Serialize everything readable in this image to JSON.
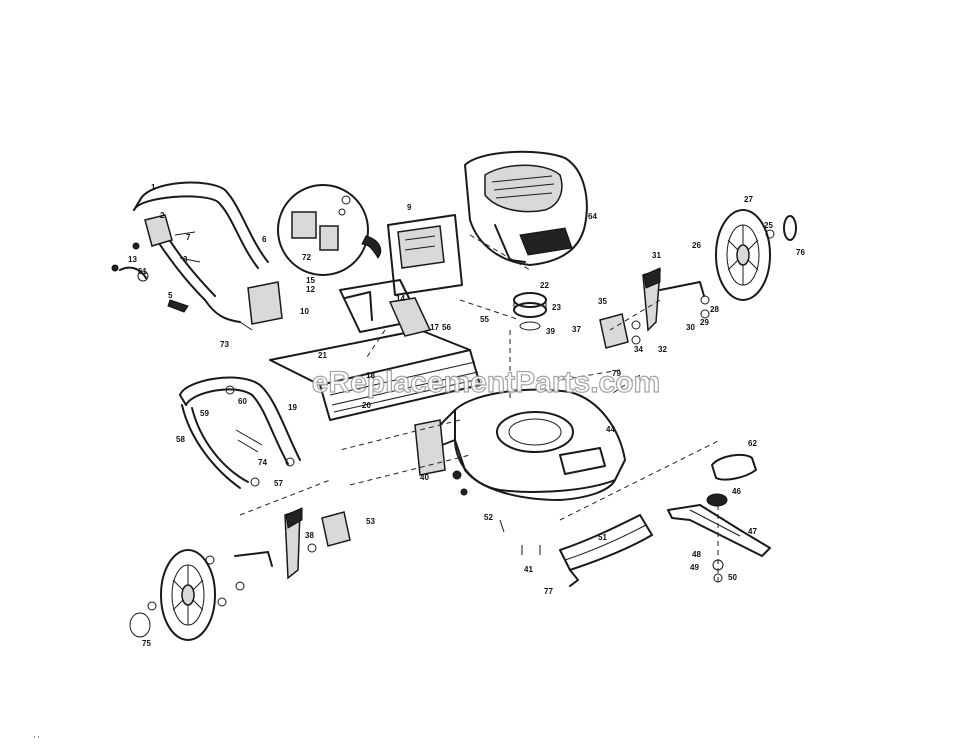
{
  "watermark": "eReplacementParts.com",
  "corner_mark": "' '",
  "labels": [
    "1",
    "2",
    "3",
    "5",
    "6",
    "7",
    "9",
    "10",
    "12",
    "13",
    "14",
    "15",
    "17",
    "18",
    "19",
    "20",
    "21",
    "22",
    "23",
    "25",
    "26",
    "27",
    "28",
    "29",
    "30",
    "31",
    "32",
    "34",
    "35",
    "37",
    "38",
    "39",
    "40",
    "41",
    "44",
    "46",
    "47",
    "48",
    "49",
    "50",
    "51",
    "52",
    "53",
    "55",
    "56",
    "57",
    "58",
    "59",
    "60",
    "61",
    "62",
    "64",
    "72",
    "73",
    "74",
    "75",
    "76",
    "77",
    "79"
  ]
}
